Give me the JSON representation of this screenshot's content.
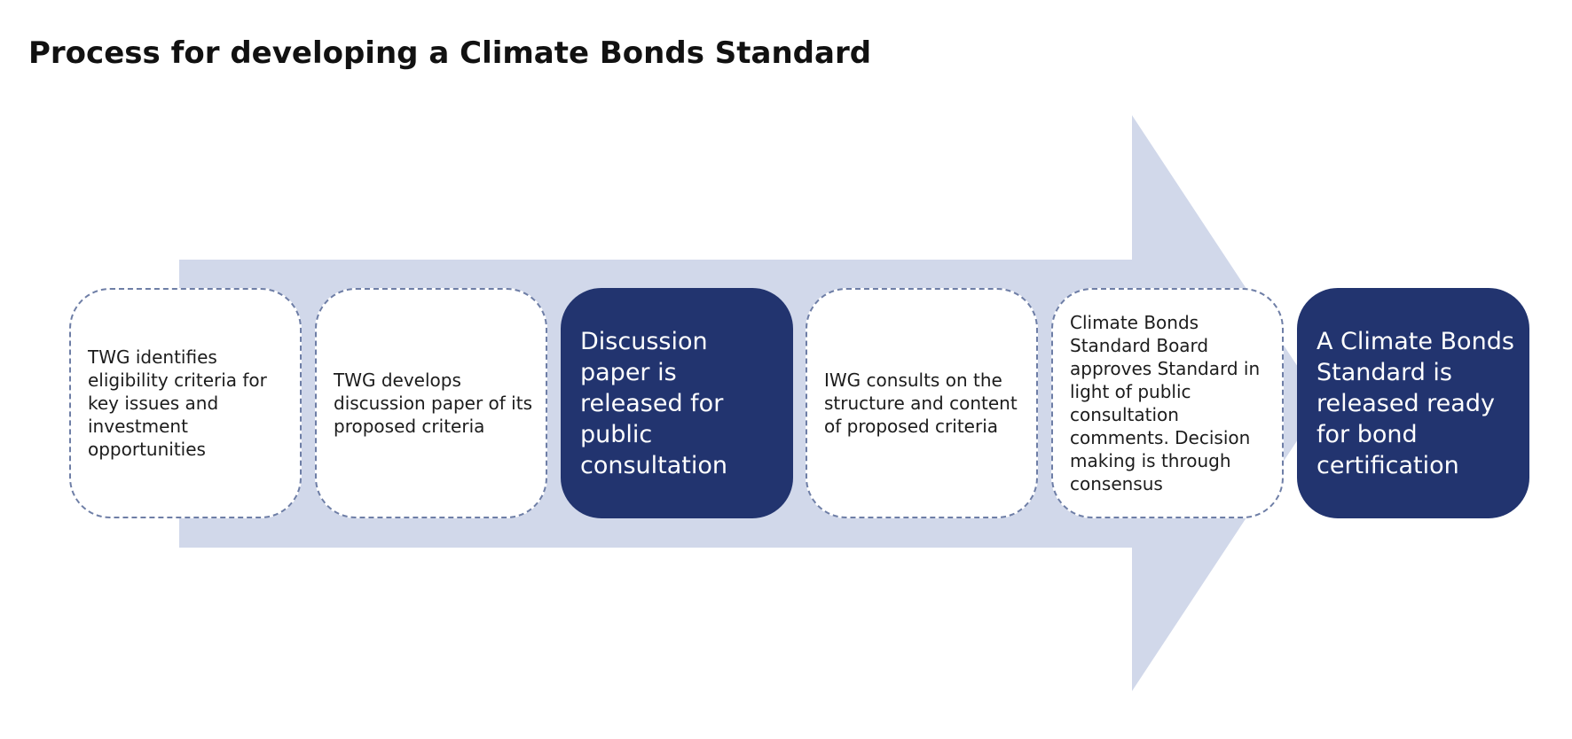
{
  "title": "Process for developing a Climate Bonds Standard",
  "colors": {
    "arrow": "#d1d8ea",
    "step_outline_border": "#6e7ea6",
    "step_filled": "#22346f"
  },
  "steps": [
    {
      "text": "TWG identifies eligibility criteria for key issues and investment opportunities",
      "style": "outline"
    },
    {
      "text": "TWG develops discussion paper of its proposed criteria",
      "style": "outline"
    },
    {
      "text": "Discussion paper is released for public consultation",
      "style": "filled"
    },
    {
      "text": "IWG consults on the structure and content of proposed criteria",
      "style": "outline"
    },
    {
      "text": "Climate Bonds Standard Board approves Standard in light of public consultation comments. Decision making is through consensus",
      "style": "outline"
    },
    {
      "text": "A Climate Bonds Standard is released ready for bond certification",
      "style": "filled"
    }
  ]
}
